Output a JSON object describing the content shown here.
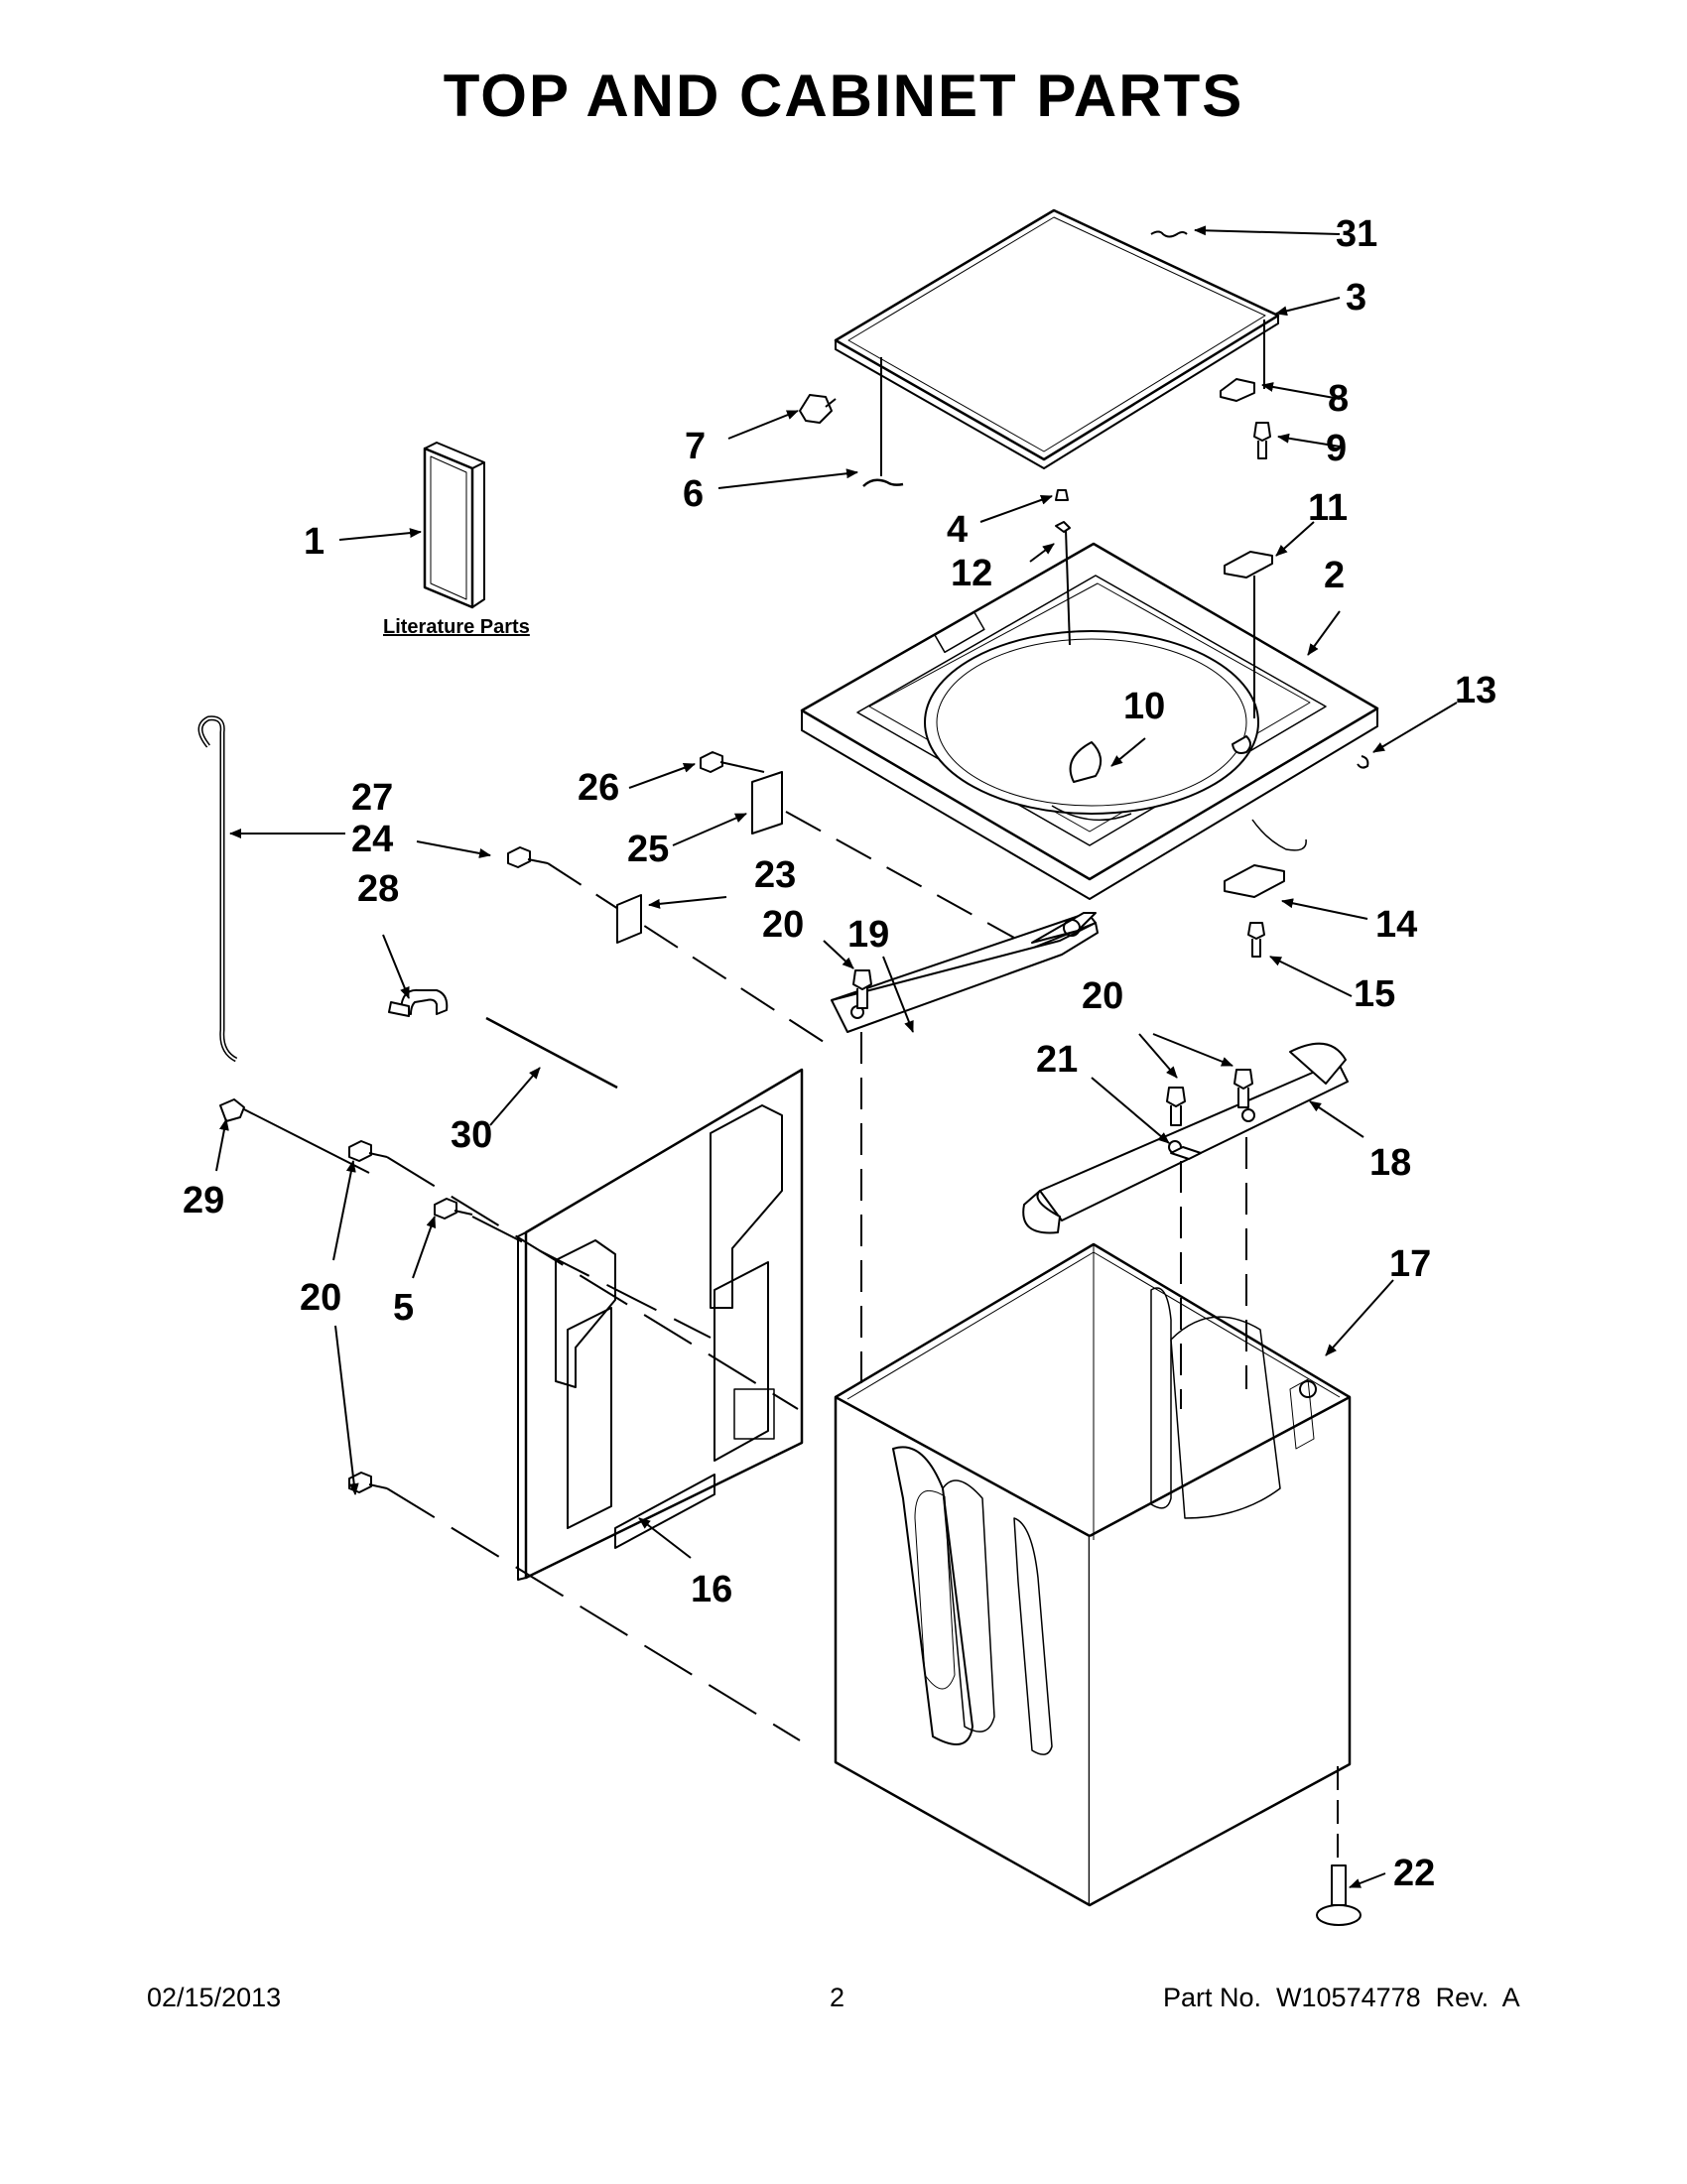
{
  "title": "TOP AND CABINET PARTS",
  "literature_label": "Literature Parts",
  "callouts": [
    "31",
    "3",
    "8",
    "9",
    "7",
    "6",
    "4",
    "11",
    "12",
    "2",
    "1",
    "13",
    "10",
    "26",
    "27",
    "24",
    "25",
    "23",
    "28",
    "20",
    "19",
    "14",
    "15",
    "20",
    "21",
    "30",
    "18",
    "29",
    "20",
    "5",
    "17",
    "16",
    "22"
  ],
  "footer": {
    "date": "02/15/2013",
    "page": "2",
    "part": "Part No.  W10574778  Rev.  A"
  }
}
